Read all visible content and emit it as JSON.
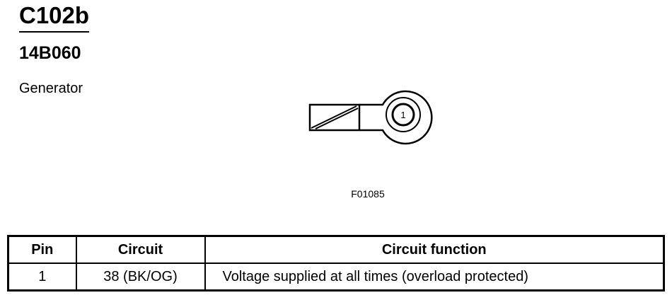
{
  "header": {
    "connector_id": "C102b",
    "part_number": "14B060",
    "component_name": "Generator"
  },
  "figure": {
    "pin_label": "1",
    "figure_id": "F01085"
  },
  "table": {
    "headers": {
      "pin": "Pin",
      "circuit": "Circuit",
      "function": "Circuit function"
    },
    "rows": [
      {
        "pin": "1",
        "circuit": "38 (BK/OG)",
        "function": "Voltage supplied at all times (overload protected)"
      }
    ]
  }
}
